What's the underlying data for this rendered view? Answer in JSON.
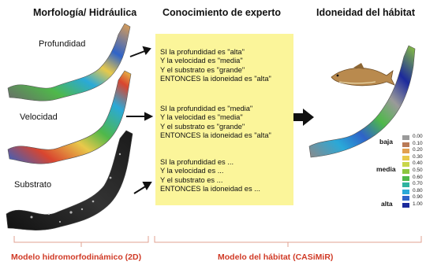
{
  "headers": {
    "morfologia": "Morfología/ Hidráulica",
    "conocimiento": "Conocimiento de experto",
    "idoneidad": "Idoneidad del hábitat"
  },
  "maps": {
    "profundidad": "Profundidad",
    "velocidad": "Velocidad",
    "substrato": "Substrato"
  },
  "rules": [
    [
      "SI la profundidad es \"alta\"",
      "Y la velocidad  es \"media\"",
      "Y el substrato es \"grande\"",
      "ENTONCES  la idoneidad es \"alta\""
    ],
    [
      "SI la profundidad es \"media\"",
      "Y la velocidad es \"media\"",
      "Y el substrato es \"grande\"",
      "ENTONCES la idoneidad es \"alta\""
    ],
    [
      "SI la profundidad es ...",
      "Y la velocidad es ...",
      "Y el substrato es ...",
      "ENTONCES la idoneidad es ..."
    ]
  ],
  "legend": {
    "qualitative": [
      "baja",
      "media",
      "alta"
    ],
    "values": [
      "0.00",
      "0.10",
      "0.20",
      "0.30",
      "0.40",
      "0.50",
      "0.60",
      "0.70",
      "0.80",
      "0.90",
      "1.00"
    ],
    "colors": [
      "#9a9a9a",
      "#b97a57",
      "#e2a050",
      "#e8c94a",
      "#c8d64a",
      "#8cc63f",
      "#4fb84a",
      "#2fb3a0",
      "#2aa9d8",
      "#2f63c8",
      "#1c2a9c"
    ]
  },
  "footer": {
    "left": "Modelo hidromorfodinámico  (2D)",
    "right": "Modelo del hábitat  (CASiMiR)"
  }
}
